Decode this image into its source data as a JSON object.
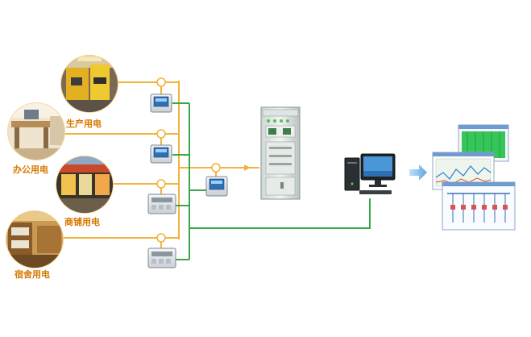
{
  "colors": {
    "orange_line": "#f2b33a",
    "green_line": "#3aa64a",
    "label": "#d77a00",
    "arrow": "#7fb7e6"
  },
  "sources": [
    {
      "id": "production",
      "label": "生产用电",
      "icon": "factory-photo"
    },
    {
      "id": "office",
      "label": "办公用电",
      "icon": "office-photo"
    },
    {
      "id": "shop",
      "label": "商铺用电",
      "icon": "shop-photo"
    },
    {
      "id": "dorm",
      "label": "宿舍用电",
      "icon": "dorm-photo"
    }
  ]
}
